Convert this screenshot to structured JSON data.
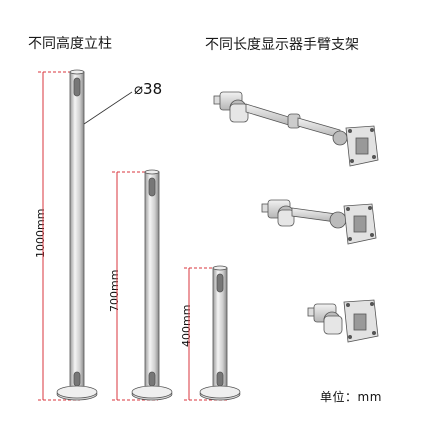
{
  "titles": {
    "posts": "不同高度立柱",
    "arms": "不同长度显示器手臂支架"
  },
  "dimensions": {
    "diameter": "38",
    "tall": "1000mm",
    "medium": "700mm",
    "short": "400mm"
  },
  "unit_label": "单位：mm",
  "colors": {
    "dimension_line": "#d9363e",
    "metal": "#c8c8c8",
    "outline": "#555555"
  }
}
